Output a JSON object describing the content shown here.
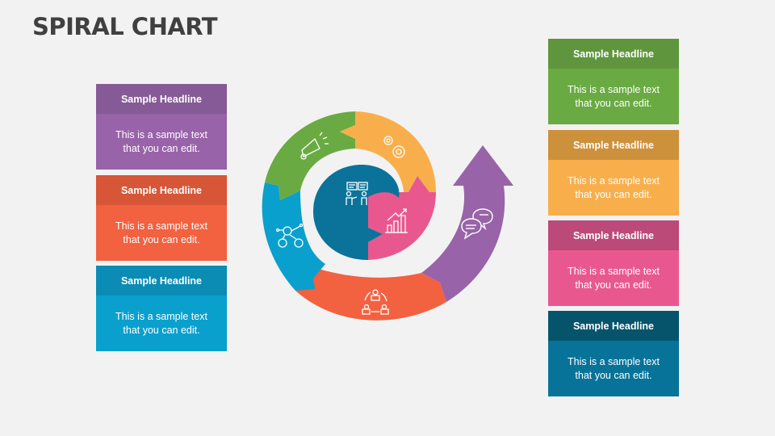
{
  "title": "SPIRAL CHART",
  "left_cards": [
    {
      "headline": "Sample Headline",
      "line1": "This is a sample text",
      "line2": "that you can edit.",
      "head_color": "#865a96",
      "body_color": "#9863a8"
    },
    {
      "headline": "Sample Headline",
      "line1": "This is a sample text",
      "line2": "that you can edit.",
      "head_color": "#d65637",
      "body_color": "#f26140"
    },
    {
      "headline": "Sample Headline",
      "line1": "This is a sample text",
      "line2": "that you can edit.",
      "head_color": "#0a8cb4",
      "body_color": "#0aa0cd"
    }
  ],
  "right_cards": [
    {
      "headline": "Sample Headline",
      "line1": "This is a sample text",
      "line2": "that you can edit.",
      "head_color": "#5f963d",
      "body_color": "#6aaa43"
    },
    {
      "headline": "Sample Headline",
      "line1": "This is a sample text",
      "line2": "that you can edit.",
      "head_color": "#cd913c",
      "body_color": "#f8af4b"
    },
    {
      "headline": "Sample Headline",
      "line1": "This is a sample text",
      "line2": "that you can edit.",
      "head_color": "#bb4a79",
      "body_color": "#e8588e"
    },
    {
      "headline": "Sample Headline",
      "line1": "This is a sample text",
      "line2": "that you can edit.",
      "head_color": "#06546c",
      "body_color": "#087399"
    }
  ],
  "spiral": {
    "segments": [
      {
        "name": "core",
        "color": "#0b7399",
        "icon": "presentation-people-icon"
      },
      {
        "name": "pink",
        "color": "#e8588e",
        "icon": "growth-chart-icon"
      },
      {
        "name": "orange",
        "color": "#f8af4b",
        "icon": "gears-icon"
      },
      {
        "name": "green",
        "color": "#6aaa43",
        "icon": "megaphone-icon"
      },
      {
        "name": "blue",
        "color": "#0aa0cd",
        "icon": "network-people-icon"
      },
      {
        "name": "red",
        "color": "#f26140",
        "icon": "team-cycle-icon"
      },
      {
        "name": "purple-arrow",
        "color": "#9863a8",
        "icon": "chat-bubbles-icon"
      }
    ]
  }
}
